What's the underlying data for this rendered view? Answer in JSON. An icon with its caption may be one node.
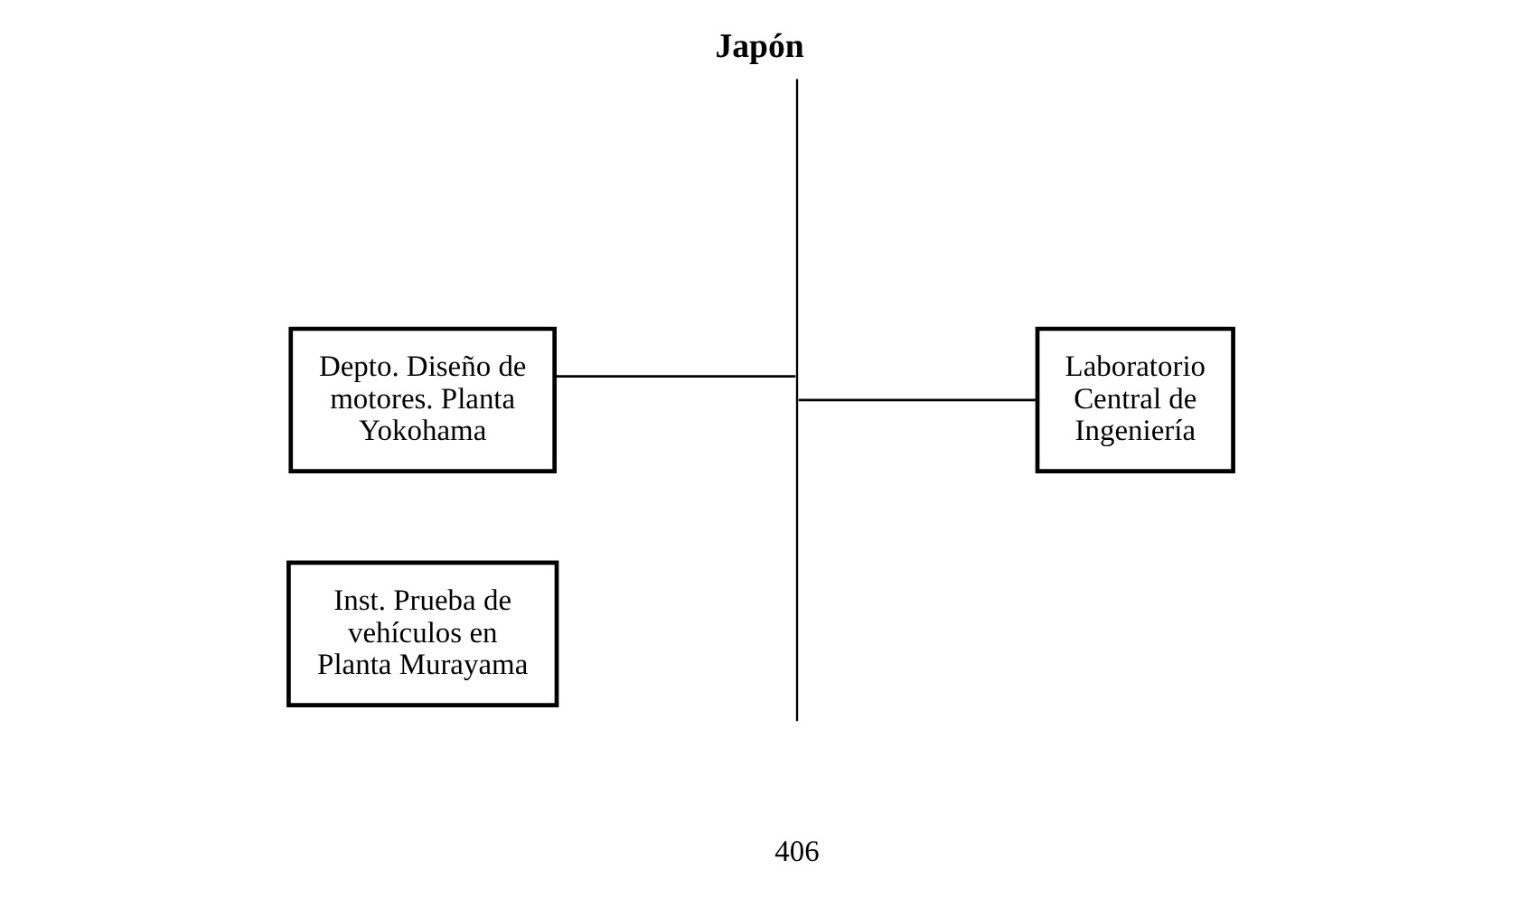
{
  "diagram": {
    "title": "Japón",
    "nodes": [
      {
        "text": [
          "Depto. Diseño de motores. Planta Yokohama"
        ]
      },
      {
        "text": [
          "Inst. Prueba de vehículos en Planta Murayama"
        ]
      },
      {
        "text": [],
        "shape": "bar"
      },
      {
        "text": [
          "Laboratorio Central de Ingeniería"
        ]
      }
    ],
    "edges": [
      {
        "from": 0,
        "to": 2,
        "arrow": "none"
      },
      {
        "from": 2,
        "to": 3,
        "arrow": "none"
      }
    ],
    "labels": [
      "406"
    ]
  }
}
